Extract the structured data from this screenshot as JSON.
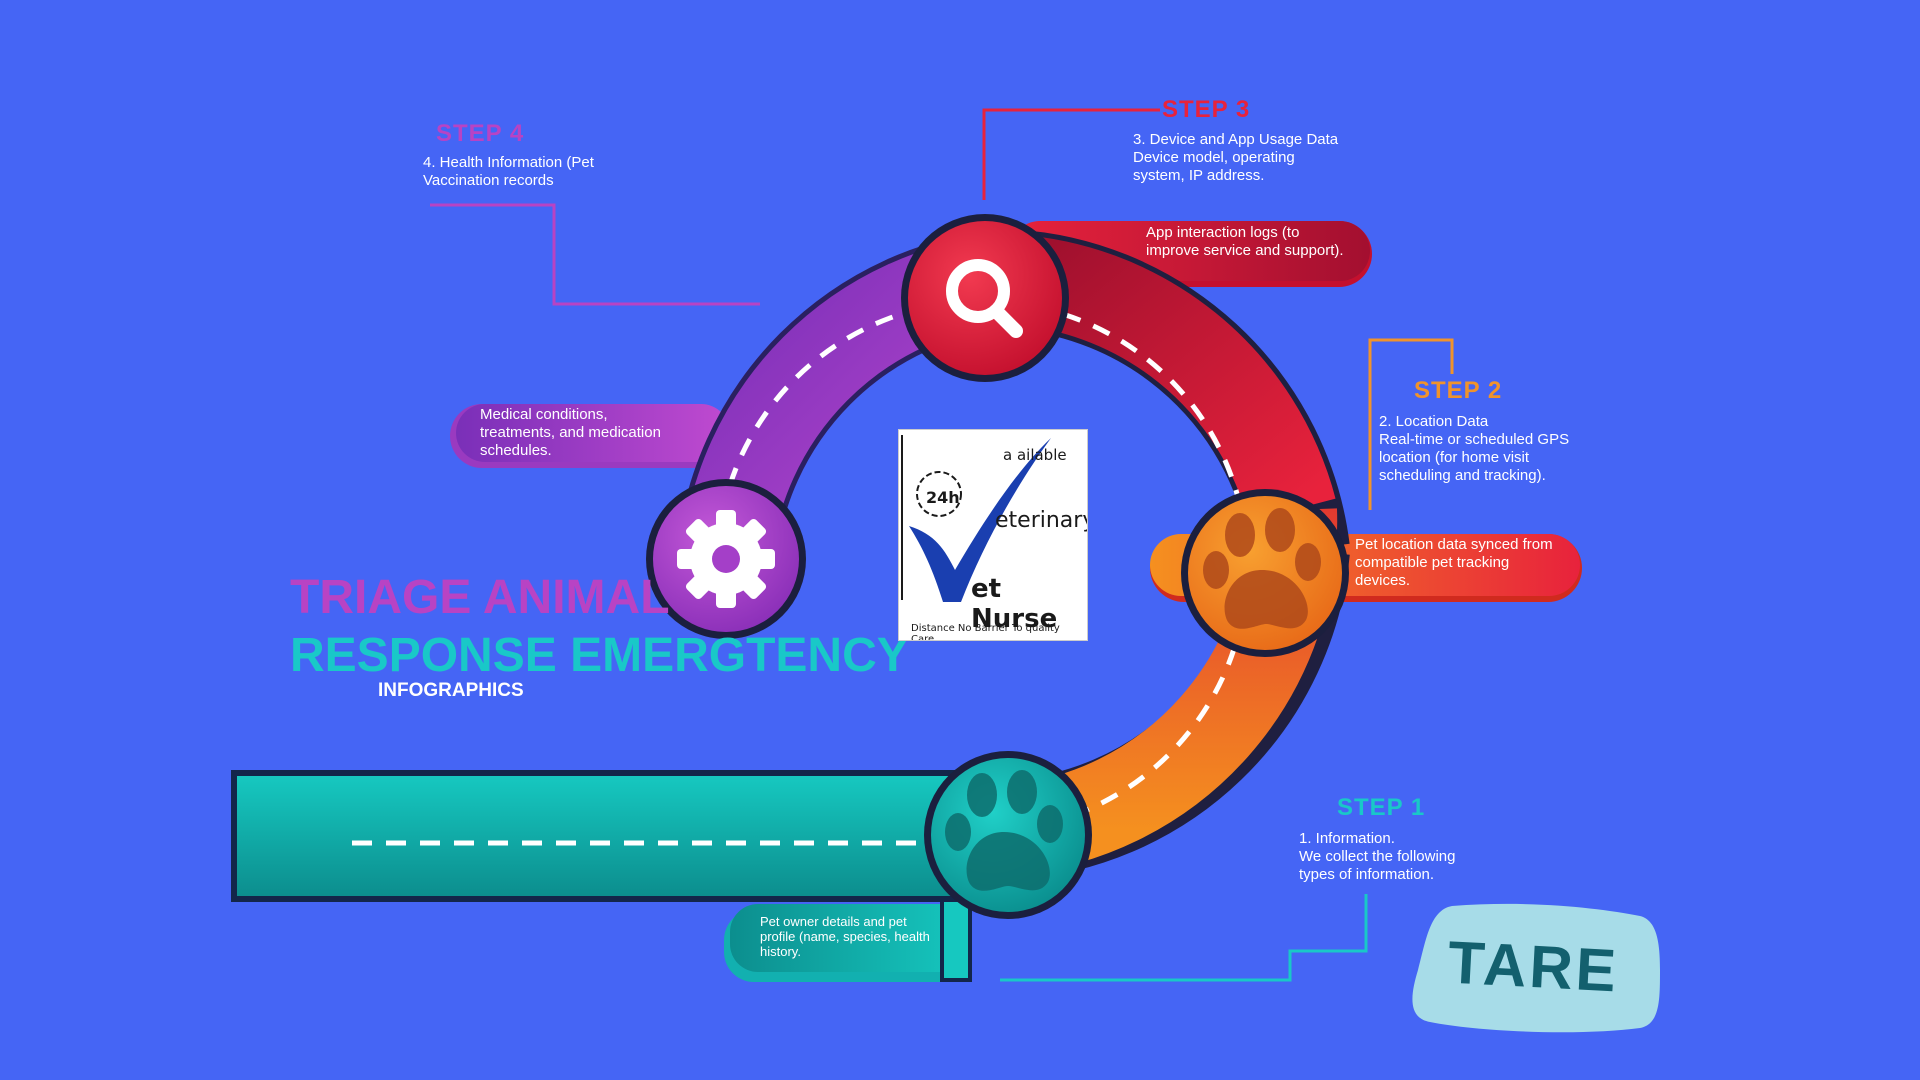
{
  "colors": {
    "background": "#4565f5",
    "step1": "#19c8c8",
    "step2": "#f0932b",
    "step3": "#e8223c",
    "step4": "#b843c4"
  },
  "title": {
    "line1": "TRIAGE ANIMAL",
    "line2": "RESPONSE EMERGTENCY",
    "line3": "INFOGRAPHICS"
  },
  "steps": [
    {
      "title": "STEP 1",
      "text": "1. Information.\nWe collect the following\ntypes of information.",
      "detail": "Pet owner details and pet\nprofile (name, species, health\nhistory.",
      "icon": "paw-icon"
    },
    {
      "title": "STEP 2",
      "text": "2. Location Data\nReal-time or scheduled GPS\nlocation (for home visit\nscheduling and tracking).",
      "detail": "Pet location data synced from\ncompatible pet tracking\ndevices.",
      "icon": "paw-icon"
    },
    {
      "title": "STEP 3",
      "text": "3. Device and App Usage Data\nDevice model, operating\nsystem, IP address.",
      "detail": "App interaction logs (to\nimprove service and support).",
      "icon": "search-icon"
    },
    {
      "title": "STEP 4",
      "text": "4. Health Information (Pet\nVaccination records",
      "detail": "Medical conditions,\ntreatments, and medication\nschedules.",
      "icon": "gear-icon"
    }
  ],
  "logo": {
    "available": "a  ailable",
    "veterinary": "eterinary",
    "vet_nurse": "et Nurse",
    "badge": "24h",
    "tagline": "Distance No Barrier To quality Care."
  },
  "badge": {
    "text": "TARE"
  }
}
